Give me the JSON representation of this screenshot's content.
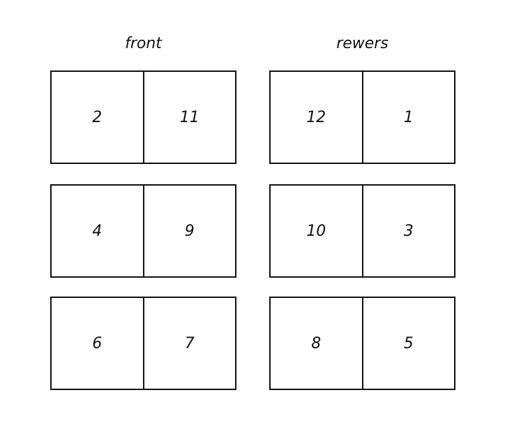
{
  "columns": [
    {
      "title": "front",
      "sheets": [
        {
          "left": "2",
          "right": "11"
        },
        {
          "left": "4",
          "right": "9"
        },
        {
          "left": "6",
          "right": "7"
        }
      ]
    },
    {
      "title": "rewers",
      "sheets": [
        {
          "left": "12",
          "right": "1"
        },
        {
          "left": "10",
          "right": "3"
        },
        {
          "left": "8",
          "right": "5"
        }
      ]
    }
  ]
}
